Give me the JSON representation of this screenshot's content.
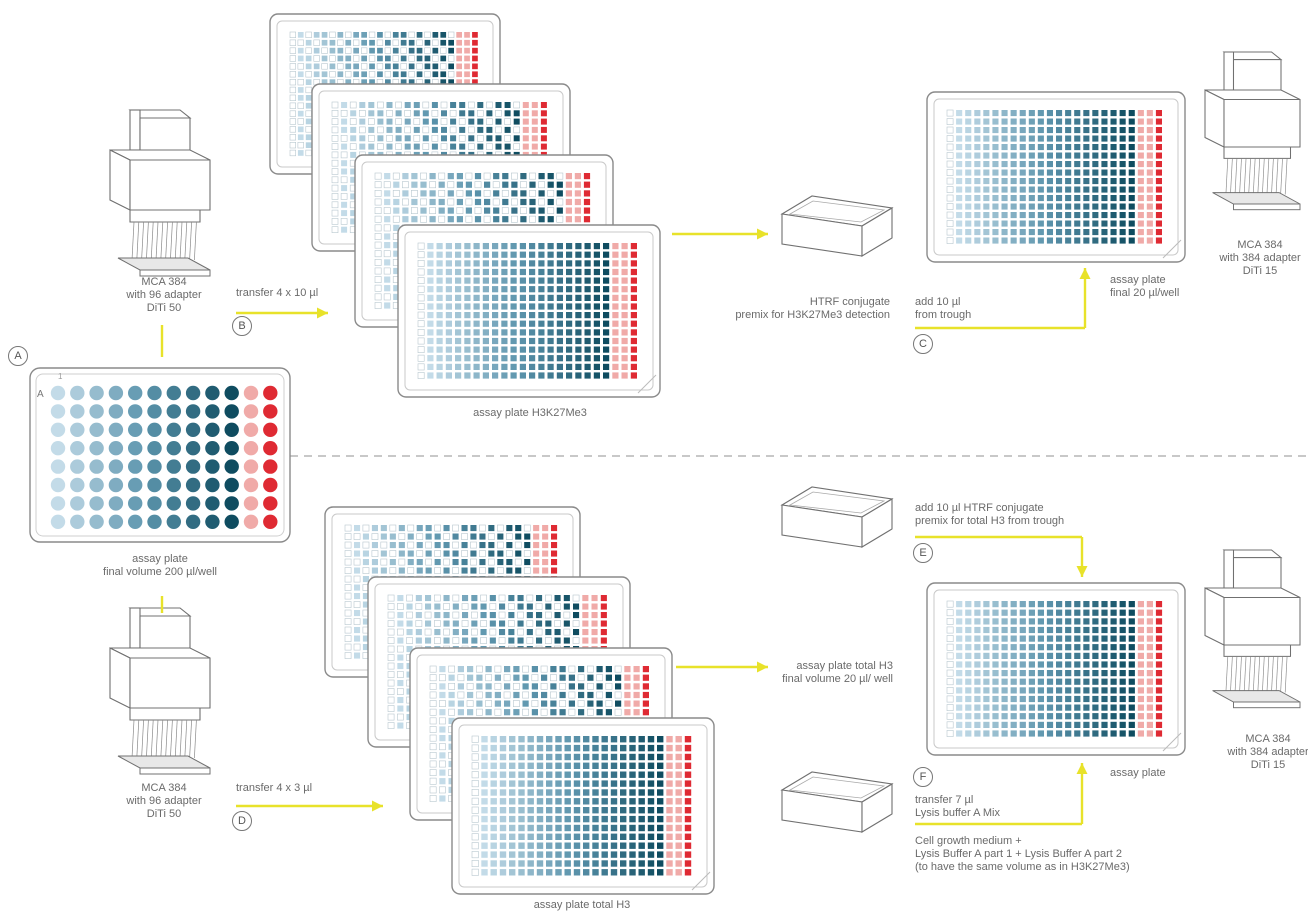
{
  "colors": {
    "arrow": "#e8e22a",
    "dash": "#b5b5b5",
    "outline": "#8a8a8a",
    "well_light": "#c3dbe8",
    "well_mid": "#5d95ad",
    "well_dark": "#0f4c60",
    "well_pink": "#f0aaa8",
    "well_red": "#df2a33"
  },
  "icons": [
    "mca-384-pipetting-head-icon",
    "trough-icon",
    "microplate-icon"
  ],
  "markers": {
    "a": "A",
    "b": "B",
    "c": "C",
    "d": "D",
    "e": "E",
    "f": "F"
  },
  "plate96": {
    "row_letter": "A",
    "col_number": "1"
  },
  "labels": {
    "mca_top": [
      "MCA 384",
      "with 96 adapter",
      "DiTi 50"
    ],
    "transfer_b": "transfer 4 x 10 µl",
    "assay_h3k27": "assay plate H3K27Me3",
    "htrf_premix": [
      "HTRF conjugate",
      "premix for H3K27Me3 detection"
    ],
    "add_c": [
      "add 10 µl",
      "from trough"
    ],
    "assay_final20": [
      "assay plate",
      "final 20 µl/well"
    ],
    "mca_right_top": [
      "MCA 384",
      "with 384 adapter",
      "DiTi 15"
    ],
    "assay_200": [
      "assay plate",
      "final volume 200 µl/well"
    ],
    "mca_bottom": [
      "MCA 384",
      "with 96 adapter",
      "DiTi 50"
    ],
    "transfer_d": "transfer 4 x 3 µl",
    "assay_total_h3": "assay plate total H3",
    "assay_total_final": [
      "assay plate total H3",
      "final volume 20 µl/ well"
    ],
    "add_e": [
      "add 10 µl HTRF conjugate",
      "premix for total H3 from trough"
    ],
    "assay_plate": "assay plate",
    "transfer_f": [
      "transfer 7 µl",
      "Lysis buffer A Mix"
    ],
    "cell_growth": [
      "Cell growth medium +",
      "Lysis Buffer A part 1 + Lysis Buffer A part 2",
      "(to have the same volume as in H3K27Me3)"
    ],
    "mca_right_bottom": [
      "MCA 384",
      "with 384 adapter",
      "DiTi 15"
    ]
  }
}
